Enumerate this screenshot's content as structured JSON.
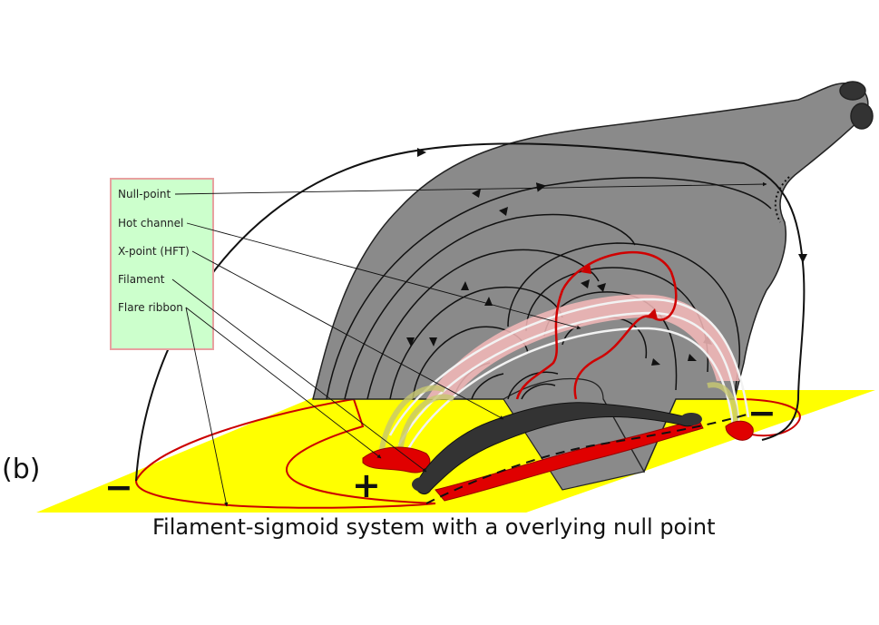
{
  "panel_label": "(b)",
  "legend": {
    "items": [
      "Null-point",
      "Hot channel",
      "X-point (HFT)",
      "Filament",
      "Flare ribbon"
    ]
  },
  "polarity": {
    "left": "−",
    "center": "+",
    "right": "−"
  },
  "caption": "Filament-sigmoid system with a overlying null point",
  "colors": {
    "photosphere": "#ffff00",
    "flux_rope_body": "#8c8c8c",
    "legend_fill": "#ccffcc",
    "legend_border": "#e8a0a0",
    "hot_channel": "#f4b8b8",
    "ribbon": "#e00000",
    "filament": "#333333"
  }
}
